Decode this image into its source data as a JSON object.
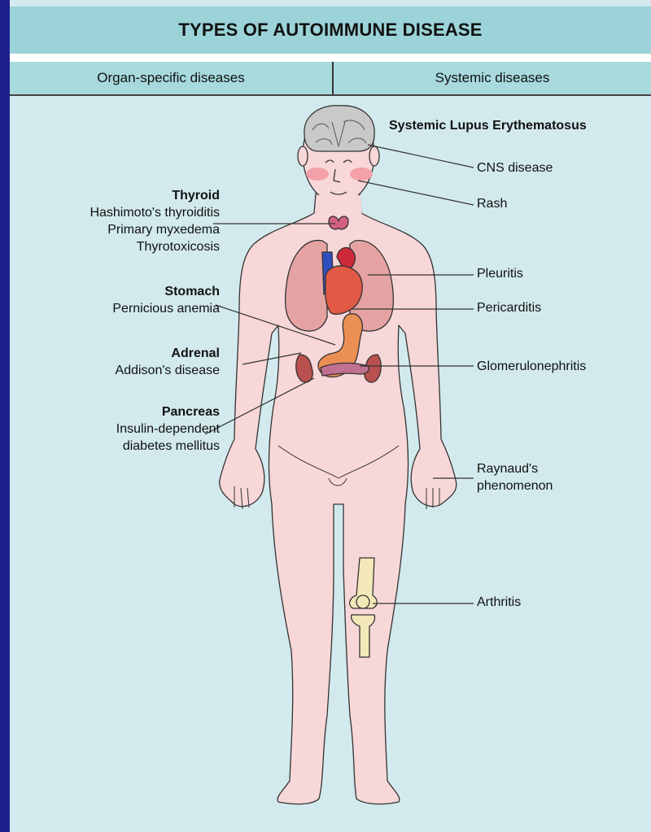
{
  "title": "TYPES OF AUTOIMMUNE DISEASE",
  "columns": {
    "left": "Organ-specific diseases",
    "right": "Systemic diseases"
  },
  "systemic": {
    "heading": "Systemic Lupus Erythematosus",
    "items": [
      "CNS disease",
      "Rash",
      "Pleuritis",
      "Pericarditis",
      "Glomerulonephritis",
      "Raynaud's",
      "phenomenon",
      "Arthritis"
    ]
  },
  "organ_specific": [
    {
      "organ": "Thyroid",
      "diseases": [
        "Hashimoto's thyroiditis",
        "Primary myxedema",
        "Thyrotoxicosis"
      ]
    },
    {
      "organ": "Stomach",
      "diseases": [
        "Pernicious anemia"
      ]
    },
    {
      "organ": "Adrenal",
      "diseases": [
        "Addison's disease"
      ]
    },
    {
      "organ": "Pancreas",
      "diseases": [
        "Insulin-dependent",
        "diabetes mellitus"
      ]
    }
  ],
  "colors": {
    "background_frame": "#1f1f8c",
    "panel": "#d2eaed",
    "title_bar": "#9bd3d8",
    "skin": "#f8d7d9",
    "lungs": "#e4a3a2",
    "heart": "#cf2a3a",
    "organ_orange": "#ec8f55",
    "kidney": "#b8504e",
    "bone": "#f2e8b8"
  }
}
